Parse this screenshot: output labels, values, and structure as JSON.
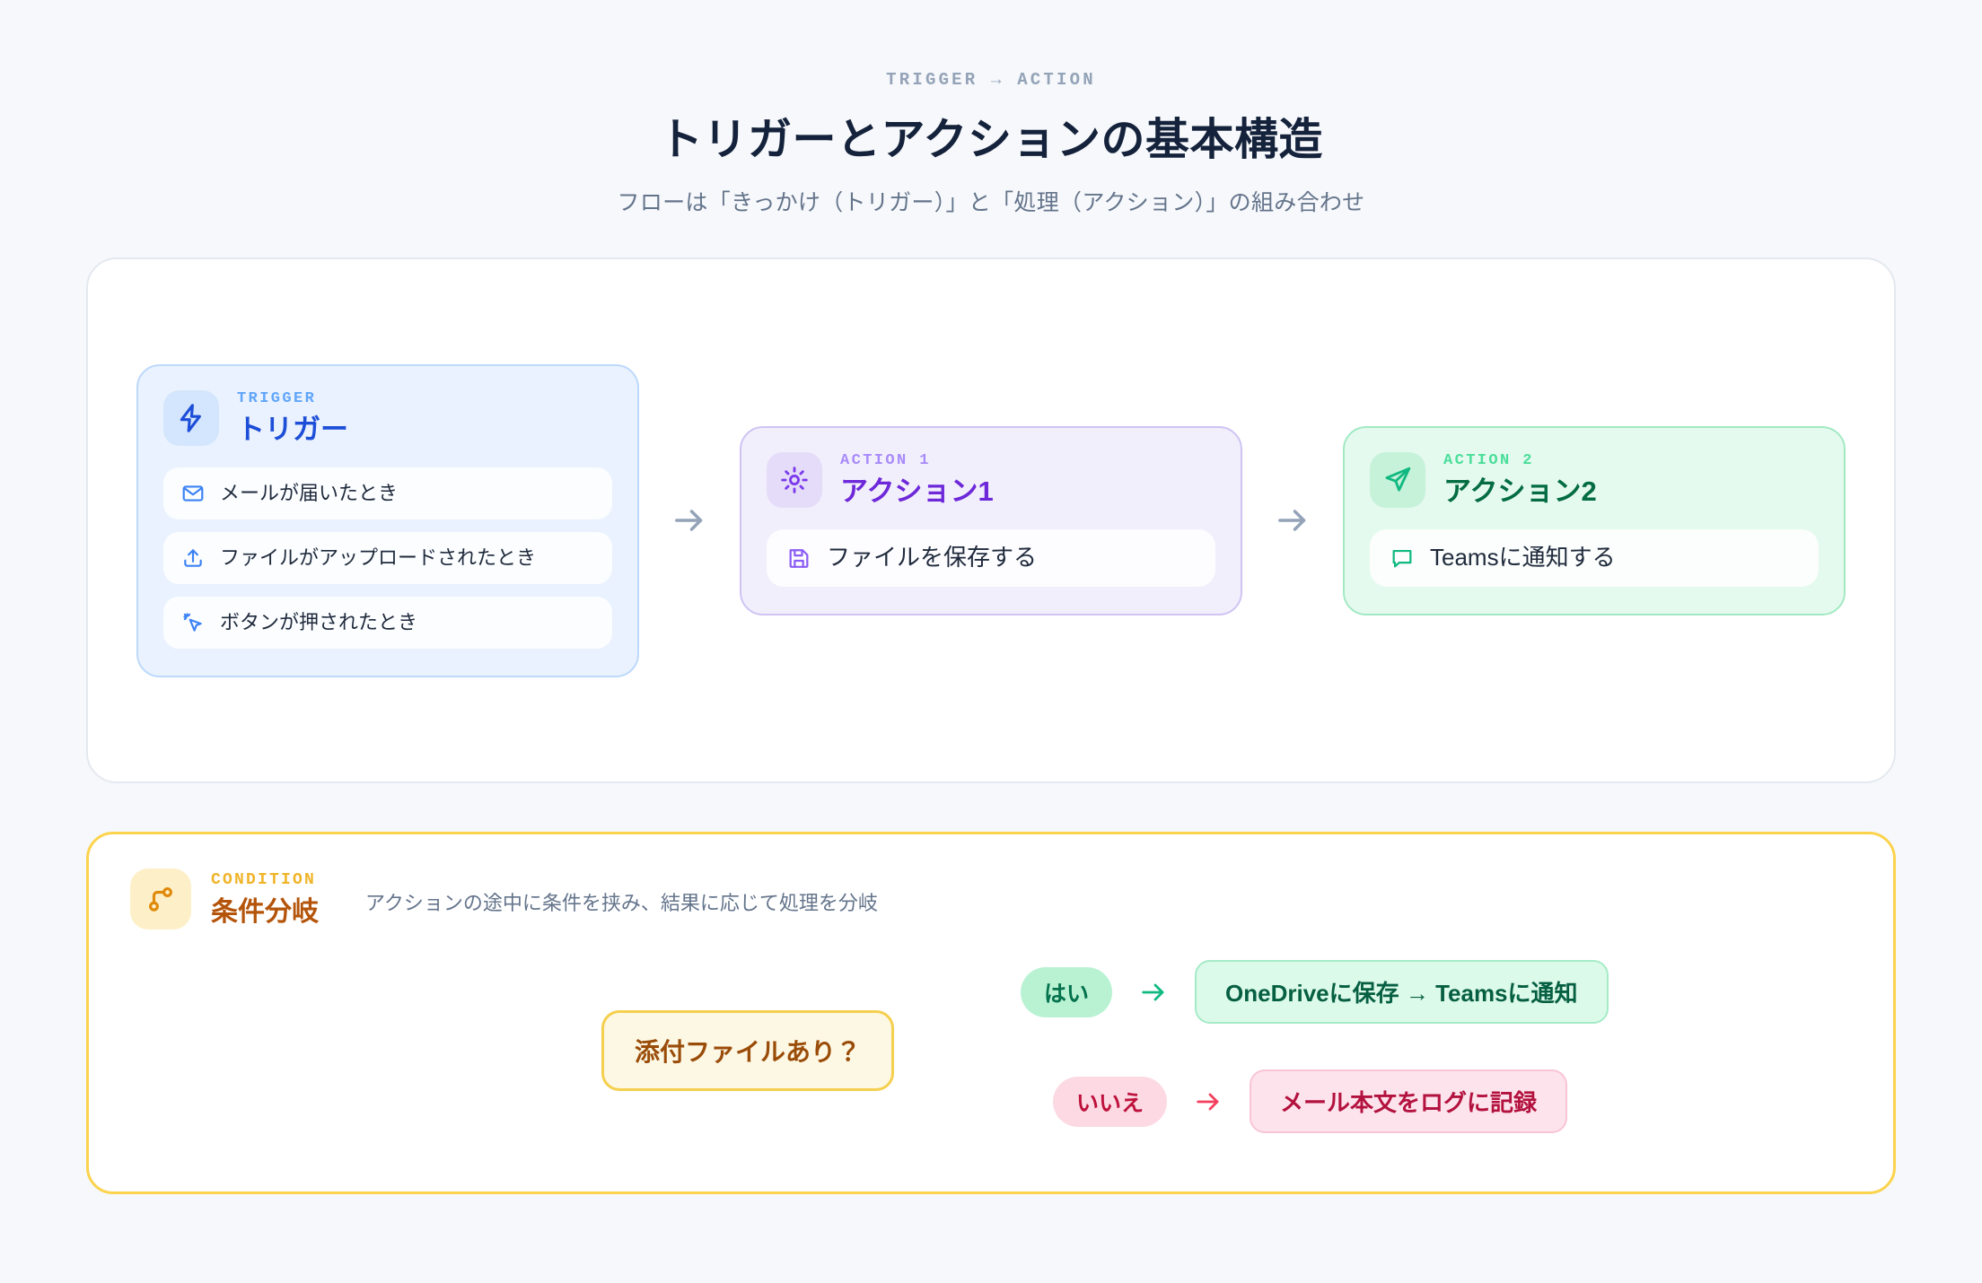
{
  "header": {
    "eyebrow": "TRIGGER → ACTION",
    "title": "トリガーとアクションの基本構造",
    "subtitle": "フローは「きっかけ（トリガー）」と「処理（アクション）」の組み合わせ"
  },
  "flow": {
    "arrow_glyph": "→",
    "nodes": [
      {
        "kicker": "TRIGGER",
        "title": "トリガー",
        "badge_icon": "zap-icon",
        "accent": "#1d4ed8",
        "items": [
          {
            "icon": "mail-icon",
            "label": "メールが届いたとき"
          },
          {
            "icon": "upload-icon",
            "label": "ファイルがアップロードされたとき"
          },
          {
            "icon": "cursor-click-icon",
            "label": "ボタンが押されたとき"
          }
        ]
      },
      {
        "kicker": "ACTION 1",
        "title": "アクション1",
        "badge_icon": "gear-icon",
        "accent": "#6d28d9",
        "items": [
          {
            "icon": "save-icon",
            "label": "ファイルを保存する"
          }
        ]
      },
      {
        "kicker": "ACTION 2",
        "title": "アクション2",
        "badge_icon": "send-icon",
        "accent": "#046c42",
        "items": [
          {
            "icon": "chat-bubble-icon",
            "label": "Teamsに通知する"
          }
        ]
      }
    ]
  },
  "condition": {
    "kicker": "CONDITION",
    "title": "条件分岐",
    "badge_icon": "git-branch-icon",
    "description": "アクションの途中に条件を挟み、結果に応じて処理を分岐",
    "decision_label": "添付ファイルあり？",
    "accent": "#f5cf4e",
    "branches": [
      {
        "pill": "はい",
        "arrow": "→",
        "result": "OneDriveに保存 → Teamsに通知",
        "color": "#04724d"
      },
      {
        "pill": "いいえ",
        "arrow": "→",
        "result": "メール本文をログに記録",
        "color": "#be123c"
      }
    ]
  }
}
